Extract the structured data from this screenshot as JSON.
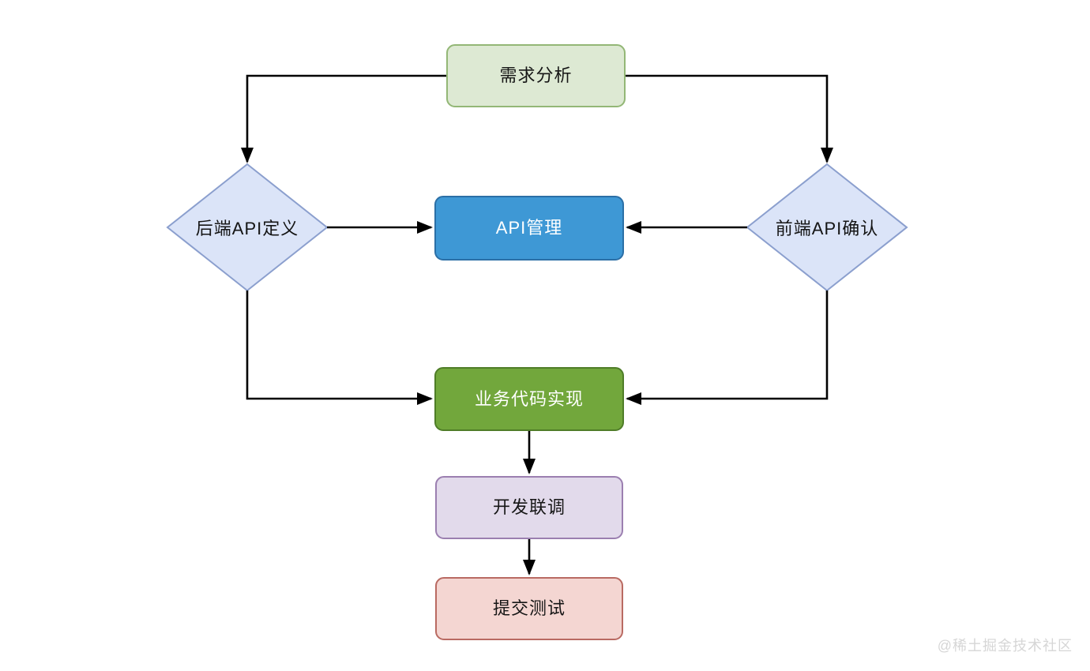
{
  "diagram": {
    "background": "#ffffff",
    "connector_color": "#000000",
    "nodes": {
      "requirements": {
        "label": "需求分析",
        "shape": "rounded-rect",
        "fill": "#dde9d3",
        "border": "#93b776",
        "text_color": "#161616"
      },
      "backend_api": {
        "label": "后端API定义",
        "shape": "diamond",
        "fill": "#dbe4f8",
        "border": "#8b9fce",
        "text_color": "#141414"
      },
      "frontend_api": {
        "label": "前端API确认",
        "shape": "diamond",
        "fill": "#dbe4f8",
        "border": "#8b9fce",
        "text_color": "#141414"
      },
      "api_management": {
        "label": "API管理",
        "shape": "rounded-rect",
        "fill": "#3e98d5",
        "border": "#2b6fa6",
        "text_color": "#ffffff"
      },
      "business_code": {
        "label": "业务代码实现",
        "shape": "rounded-rect",
        "fill": "#72a73c",
        "border": "#4f7d28",
        "text_color": "#ffffff"
      },
      "joint_debug": {
        "label": "开发联调",
        "shape": "rounded-rect",
        "fill": "#e2daeb",
        "border": "#9b7fb0",
        "text_color": "#161616"
      },
      "submit_test": {
        "label": "提交测试",
        "shape": "rounded-rect",
        "fill": "#f4d6d2",
        "border": "#b96a62",
        "text_color": "#161616"
      }
    },
    "edges": [
      {
        "from": "requirements",
        "to": "backend_api"
      },
      {
        "from": "requirements",
        "to": "frontend_api"
      },
      {
        "from": "backend_api",
        "to": "api_management"
      },
      {
        "from": "frontend_api",
        "to": "api_management"
      },
      {
        "from": "backend_api",
        "to": "business_code"
      },
      {
        "from": "frontend_api",
        "to": "business_code"
      },
      {
        "from": "business_code",
        "to": "joint_debug"
      },
      {
        "from": "joint_debug",
        "to": "submit_test"
      }
    ],
    "watermark": "@稀土掘金技术社区"
  }
}
